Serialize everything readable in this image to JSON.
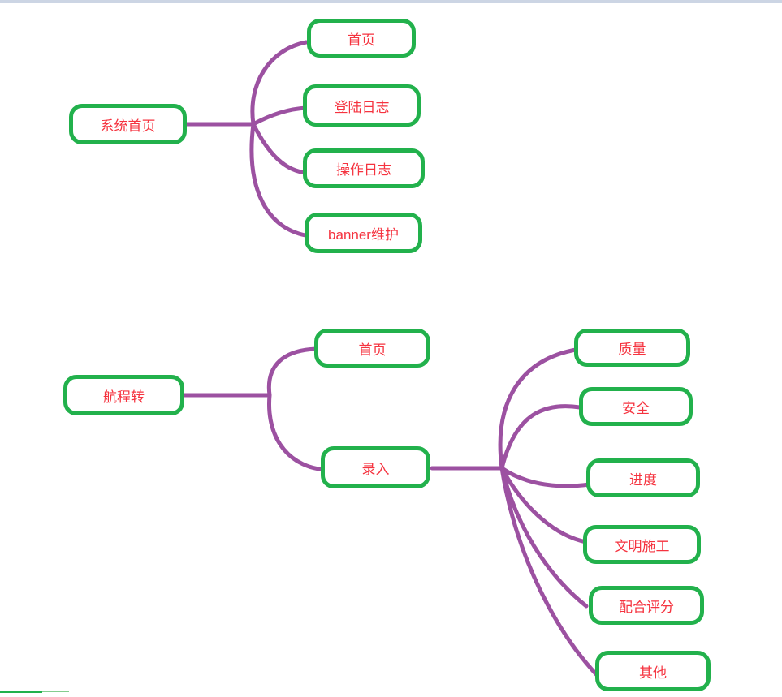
{
  "colors": {
    "node_border": "#22b14c",
    "node_text": "#f5333f",
    "connector": "#9c51a1",
    "top_strip": "#ccd5e4"
  },
  "nodes": {
    "sys_home": {
      "label": "系统首页"
    },
    "top_home": {
      "label": "首页"
    },
    "login_log": {
      "label": "登陆日志"
    },
    "op_log": {
      "label": "操作日志"
    },
    "banner": {
      "label": "banner维护"
    },
    "hangchengzhuan": {
      "label": "航程转"
    },
    "b_home": {
      "label": "首页"
    },
    "luru": {
      "label": "录入"
    },
    "zhiliang": {
      "label": "质量"
    },
    "anquan": {
      "label": "安全"
    },
    "jindu": {
      "label": "进度"
    },
    "wenming": {
      "label": "文明施工"
    },
    "peihe": {
      "label": "配合评分"
    },
    "qita": {
      "label": "其他"
    }
  },
  "hierarchy": [
    {
      "root": "系统首页",
      "children": [
        "首页",
        "登陆日志",
        "操作日志",
        "banner维护"
      ]
    },
    {
      "root": "航程转",
      "children": [
        {
          "label": "首页"
        },
        {
          "label": "录入",
          "children": [
            "质量",
            "安全",
            "进度",
            "文明施工",
            "配合评分",
            "其他"
          ]
        }
      ]
    }
  ]
}
